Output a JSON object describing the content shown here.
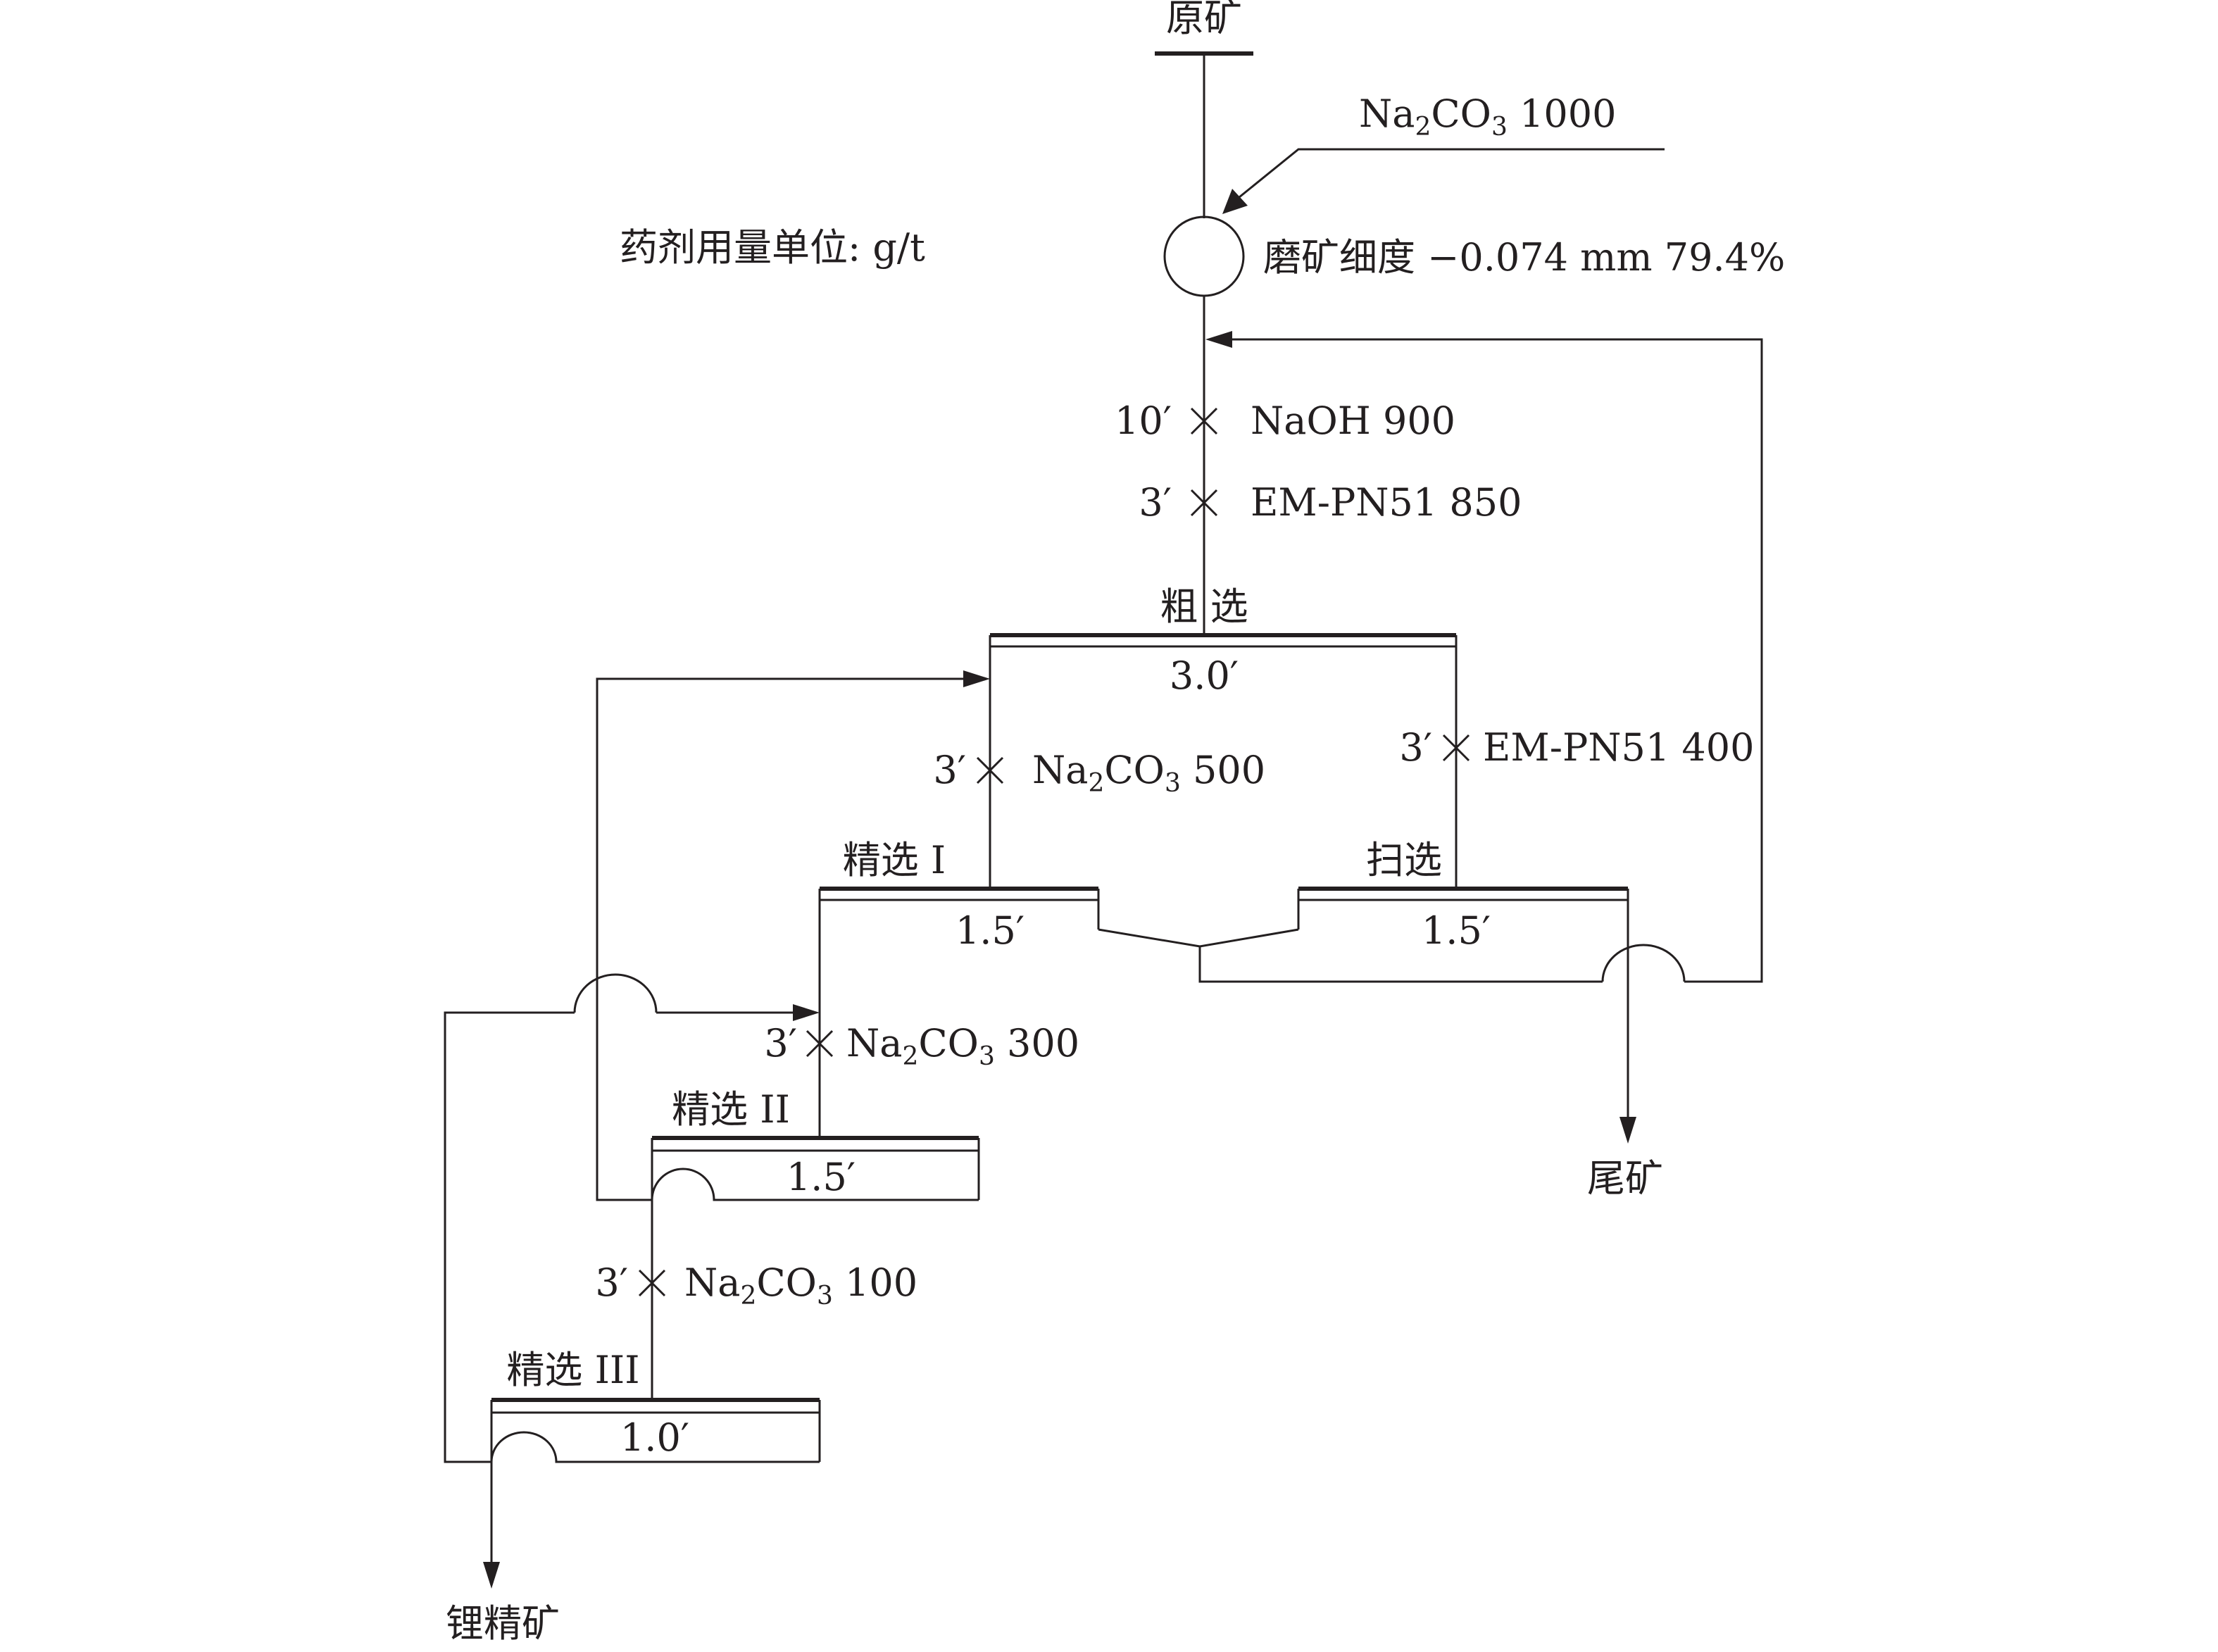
{
  "feed": {
    "label": "原矿"
  },
  "reagent_unit_note": "药剂用量单位: g/t",
  "grinding": {
    "reagent": {
      "formula": "Na",
      "sub1": "2",
      "mid": "CO",
      "sub2": "3",
      "dose": " 1000"
    },
    "fineness": "磨矿细度 −0.074 mm 79.4%"
  },
  "conditioning": [
    {
      "time": "10′",
      "reagent": "NaOH  900"
    },
    {
      "time": "3′",
      "reagent": "EM-PN51 850"
    }
  ],
  "rougher": {
    "label": "粗 选",
    "time": "3.0′"
  },
  "scavenger": {
    "label": "扫选",
    "time": "1.5′",
    "feed_time": "3′",
    "feed_reagent": "EM-PN51 400"
  },
  "cleaner1": {
    "label": "精选 I",
    "time": "1.5′",
    "feed_time": "3′",
    "feed_reagent": {
      "formula": "Na",
      "sub1": "2",
      "mid": "CO",
      "sub2": "3",
      "dose": " 500"
    }
  },
  "cleaner2": {
    "label": "精选 II",
    "time": "1.5′",
    "feed_time": "3′",
    "feed_reagent": {
      "formula": "Na",
      "sub1": "2",
      "mid": "CO",
      "sub2": "3",
      "dose": " 300"
    }
  },
  "cleaner3": {
    "label": "精选 III",
    "time": "1.0′",
    "feed_time": "3′",
    "feed_reagent": {
      "formula": "Na",
      "sub1": "2",
      "mid": "CO",
      "sub2": "3",
      "dose": " 100"
    }
  },
  "products": {
    "tailings": "尾矿",
    "concentrate": "锂精矿"
  }
}
